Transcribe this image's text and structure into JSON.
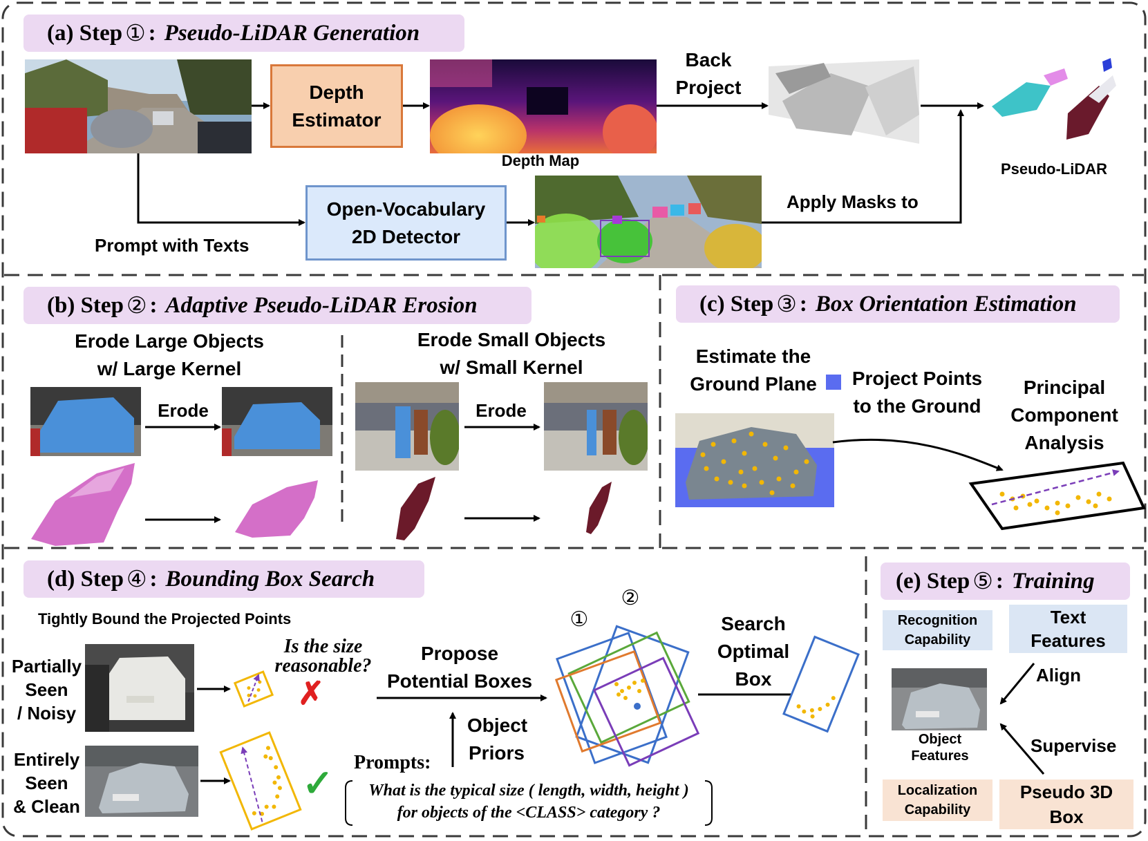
{
  "steps": {
    "a": {
      "prefix": "(a) Step",
      "num": "①",
      "sep": ":",
      "name": "Pseudo-LiDAR Generation"
    },
    "b": {
      "prefix": "(b) Step",
      "num": "②",
      "sep": ":",
      "name": "Adaptive Pseudo-LiDAR Erosion"
    },
    "c": {
      "prefix": "(c) Step",
      "num": "③",
      "sep": ":",
      "name": "Box Orientation Estimation"
    },
    "d": {
      "prefix": "(d) Step",
      "num": "④",
      "sep": ":",
      "name": "Bounding Box Search"
    },
    "e": {
      "prefix": "(e) Step",
      "num": "⑤",
      "sep": ":",
      "name": "Training"
    }
  },
  "a": {
    "depth_estimator_l1": "Depth",
    "depth_estimator_l2": "Estimator",
    "depth_map": "Depth Map",
    "back_project_l1": "Back",
    "back_project_l2": "Project",
    "pseudo_lidar": "Pseudo-LiDAR",
    "detector_l1": "Open-Vocabulary",
    "detector_l2": "2D Detector",
    "prompt_with_texts": "Prompt with Texts",
    "apply_masks_to": "Apply Masks to"
  },
  "b": {
    "large_l1": "Erode Large Objects",
    "large_l2": "w/ Large Kernel",
    "small_l1": "Erode Small Objects",
    "small_l2": "w/ Small Kernel",
    "erode": "Erode"
  },
  "c": {
    "ground_l1": "Estimate the",
    "ground_l2": "Ground Plane",
    "project_l1": "Project Points",
    "project_l2": "to the Ground",
    "pca_l1": "Principal",
    "pca_l2": "Component",
    "pca_l3": "Analysis"
  },
  "d": {
    "tightly": "Tightly Bound the Projected Points",
    "partial_l1": "Partially",
    "partial_l2": "Seen",
    "partial_l3": "/ Noisy",
    "entire_l1": "Entirely",
    "entire_l2": "Seen",
    "entire_l3": "& Clean",
    "question_l1": "Is the size",
    "question_l2": "reasonable?",
    "cross": "✗",
    "check": "✓",
    "propose_l1": "Propose",
    "propose_l2": "Potential Boxes",
    "object_l1": "Object",
    "object_l2": "Priors",
    "prompts": "Prompts:",
    "prompt_l1": "What is the typical size ( length, width, height )",
    "prompt_l2": "for objects of the <CLASS> category ?",
    "circle1": "①",
    "circle2": "②",
    "search_l1": "Search",
    "search_l2": "Optimal",
    "search_l3": "Box"
  },
  "e": {
    "recog_l1": "Recognition",
    "recog_l2": "Capability",
    "text_l1": "Text",
    "text_l2": "Features",
    "align": "Align",
    "obj_l1": "Object",
    "obj_l2": "Features",
    "supervise": "Supervise",
    "local_l1": "Localization",
    "local_l2": "Capability",
    "pseudo_l1": "Pseudo 3D",
    "pseudo_l2": "Box"
  },
  "colors": {
    "step_title_bg": "#ecd9f2",
    "depth_box_fill": "#f8cfae",
    "depth_box_border": "#d9783a",
    "detector_fill": "#dbe9fb",
    "detector_border": "#6f95cc",
    "recognition_fill": "#dbe6f4",
    "localization_fill": "#f9e3d3",
    "car_blue": "#4a90d9",
    "points_magenta": "#d46fc8",
    "points_maroon": "#6b1a2a",
    "points_yellow": "#f2b705",
    "arrow_purple": "#7a3db8",
    "cross_red": "#e02020",
    "check_green": "#2eaa3a",
    "box_blue": "#3b6fc9",
    "box_green": "#5aa83a",
    "box_orange": "#e07a2e",
    "box_purple": "#7a3db8"
  }
}
